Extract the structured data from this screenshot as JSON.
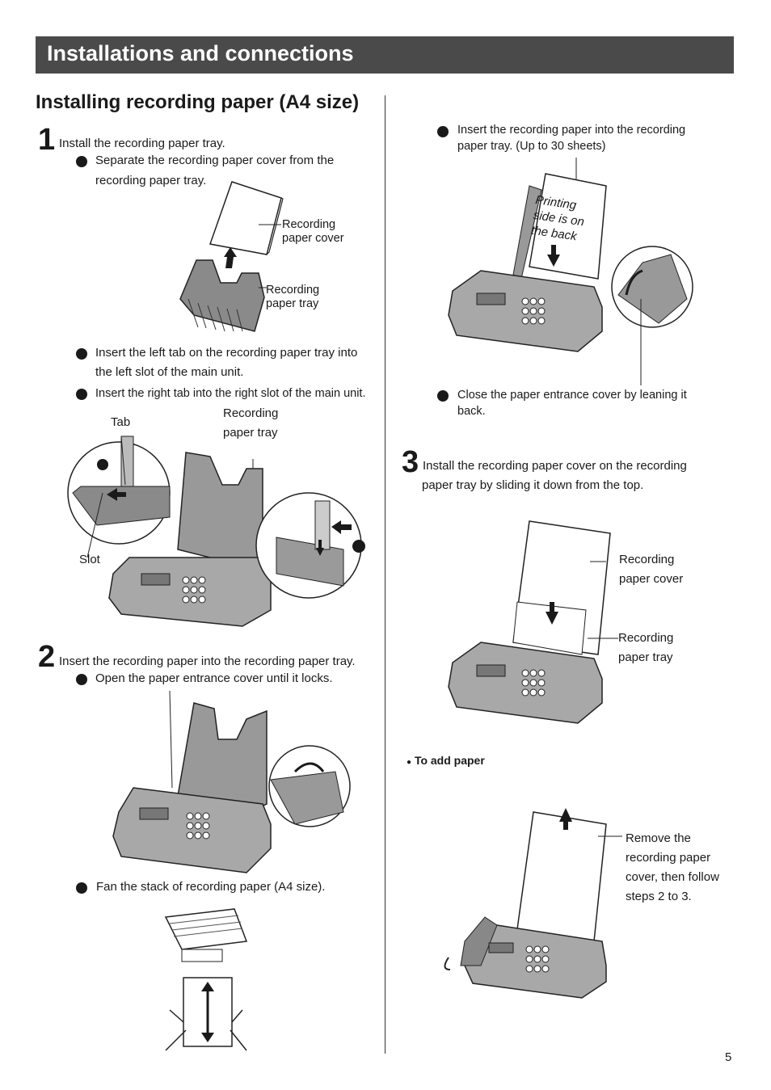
{
  "header": {
    "banner_title": "Installations and connections"
  },
  "section": {
    "title": "Installing recording paper (A4 size)"
  },
  "steps": {
    "s1": {
      "number": "1",
      "text": "Install the recording paper tray.",
      "b1_line1": "Separate the recording paper cover from the",
      "b1_line2": "recording paper tray.",
      "b2_line1": "Insert the left tab on the recording paper tray into",
      "b2_line2": "the left slot of the main unit.",
      "b3": "Insert the right tab into the right slot of the main unit."
    },
    "s2": {
      "number": "2",
      "text": "Insert the recording paper into the recording paper tray.",
      "b1": "Open the paper entrance cover until it locks.",
      "b2": "Fan the stack of recording paper (A4 size).",
      "b3_line1": "Insert the recording paper into the recording",
      "b3_line2": "paper tray. (Up to 30 sheets)",
      "b4_line1": "Close the paper entrance cover by leaning it",
      "b4_line2": "back."
    },
    "s3": {
      "number": "3",
      "text_line1": "Install the recording paper cover on the recording",
      "text_line2": "paper tray by sliding it down from the top."
    }
  },
  "labels": {
    "cover_l1": "Recording",
    "cover_l2": "paper cover",
    "tray_l1": "Recording",
    "tray_l2": "paper tray",
    "tab": "Tab",
    "slot": "Slot",
    "tray2_l1": "Recording",
    "tray2_l2": "paper tray",
    "printing_l1": "Printing",
    "printing_l2": "side is on",
    "printing_l3": "the back",
    "s3_cover_l1": "Recording",
    "s3_cover_l2": "paper cover",
    "s3_tray_l1": "Recording",
    "s3_tray_l2": "paper tray",
    "remove_l1": "Remove the",
    "remove_l2": "recording paper",
    "remove_l3": "cover, then follow",
    "remove_l4": "steps 2 to 3."
  },
  "add_paper": {
    "bullet": "●",
    "title": "To add paper"
  },
  "footer": {
    "page_number": "5"
  }
}
